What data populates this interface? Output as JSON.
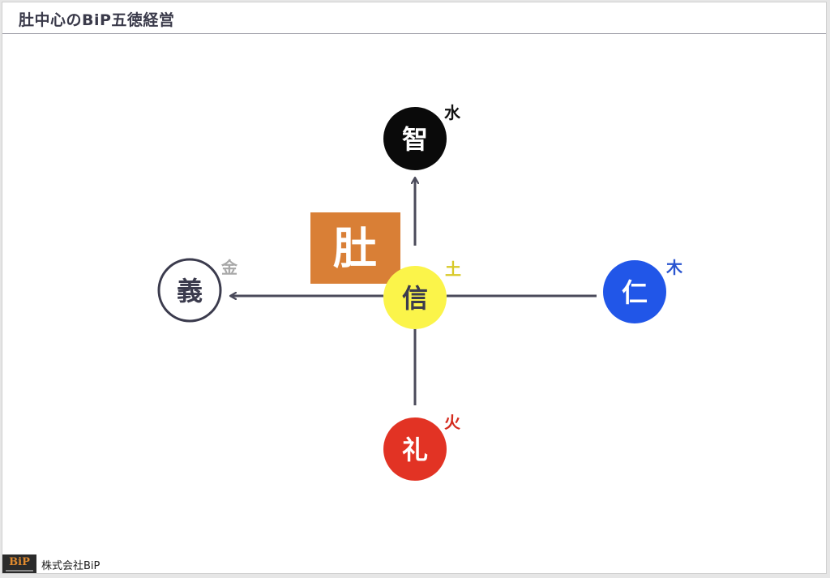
{
  "title": "肚中心のBiP五徳経営",
  "center_box": {
    "label": "肚",
    "color": "#d97f36"
  },
  "nodes": {
    "top": {
      "label": "智",
      "element": "水",
      "fill": "#0a0a0a",
      "text_color": "#ffffff",
      "element_color": "#111111"
    },
    "center": {
      "label": "信",
      "element": "土",
      "fill": "#fbf44a",
      "text_color": "#3b3b4d",
      "element_color": "#d8c928"
    },
    "left": {
      "label": "義",
      "element": "金",
      "fill": "#ffffff",
      "text_color": "#3b3b4d",
      "element_color": "#a8a8a8"
    },
    "right": {
      "label": "仁",
      "element": "木",
      "fill": "#2156e8",
      "text_color": "#ffffff",
      "element_color": "#2a55d0"
    },
    "bottom": {
      "label": "礼",
      "element": "火",
      "fill": "#e23324",
      "text_color": "#ffffff",
      "element_color": "#d42b1e"
    }
  },
  "footer": {
    "logo": "BiP",
    "company": "株式会社BiP"
  }
}
